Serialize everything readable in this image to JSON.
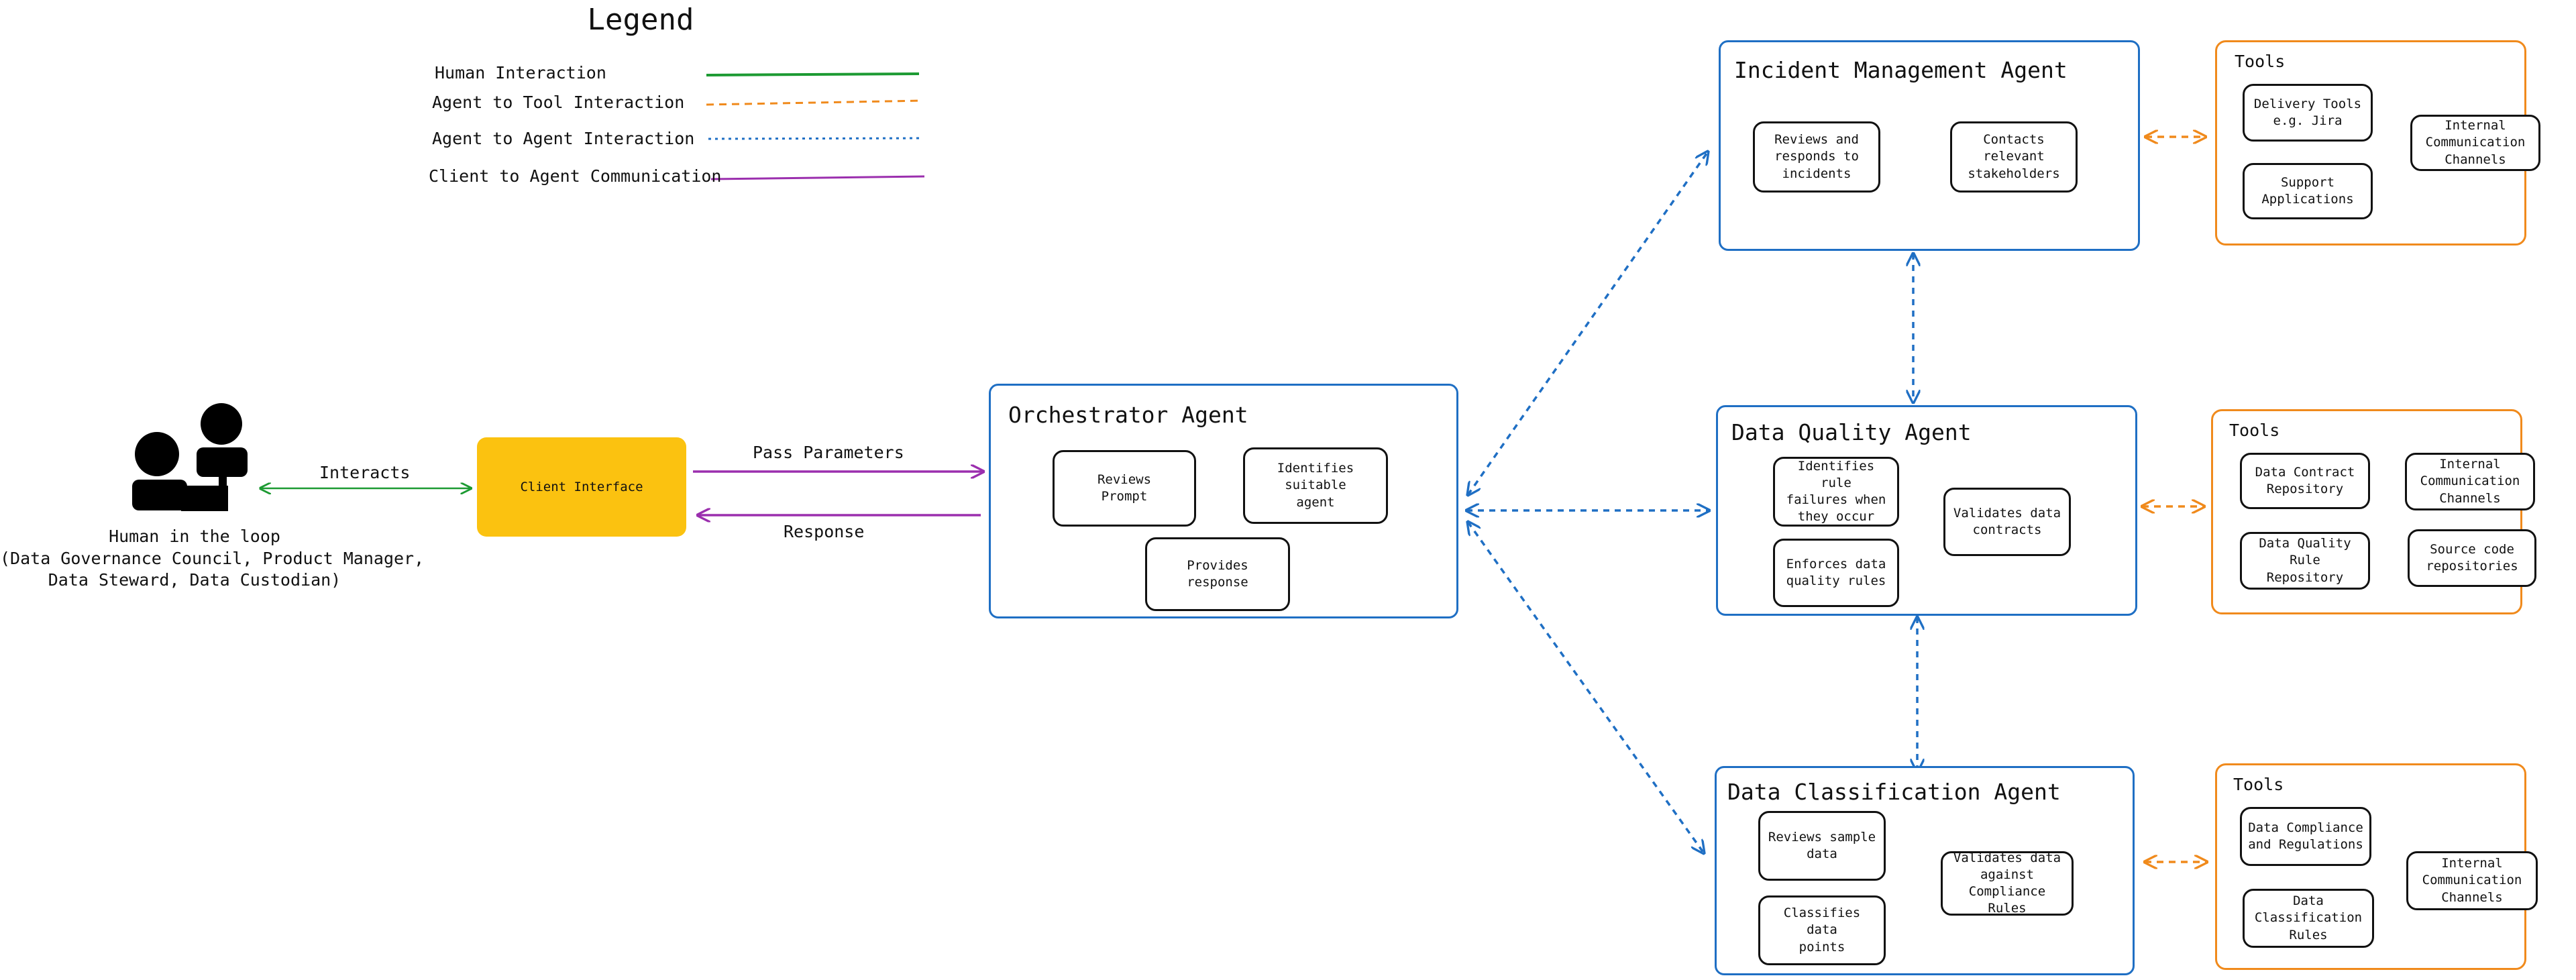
{
  "legend": {
    "title": "Legend",
    "items": [
      {
        "label": "Human Interaction",
        "color": "#1c9a32",
        "style": "solid"
      },
      {
        "label": "Agent to Tool Interaction",
        "color": "#f08a1c",
        "style": "dashed"
      },
      {
        "label": "Agent to Agent Interaction",
        "color": "#1f6fc4",
        "style": "dotted"
      },
      {
        "label": "Client to Agent Communication",
        "color": "#9b2fae",
        "style": "solid"
      }
    ]
  },
  "human": {
    "icon": "people-icon",
    "caption_line1": "Human in the loop",
    "caption_line2": "(Data Governance Council, Product Manager,",
    "caption_line3": "Data Steward, Data Custodian)"
  },
  "edges": {
    "interacts": "Interacts",
    "pass_parameters": "Pass Parameters",
    "response": "Response"
  },
  "client_interface": "Client Interface",
  "orchestrator": {
    "title": "Orchestrator Agent",
    "tasks": [
      "Reviews\nPrompt",
      "Identifies suitable\nagent",
      "Provides response"
    ]
  },
  "incident_agent": {
    "title": "Incident Management Agent",
    "tasks": [
      "Reviews and\nresponds to\nincidents",
      "Contacts\nrelevant\nstakeholders"
    ],
    "tools_title": "Tools",
    "tools": [
      "Delivery Tools\ne.g. Jira",
      "Internal\nCommunication\nChannels",
      "Support\nApplications"
    ]
  },
  "quality_agent": {
    "title": "Data Quality Agent",
    "tasks": [
      "Identifies rule\nfailures when\nthey occur",
      "Validates data\ncontracts",
      "Enforces data\nquality rules"
    ],
    "tools_title": "Tools",
    "tools": [
      "Data Contract\nRepository",
      "Internal\nCommunication\nChannels",
      "Data Quality Rule\nRepository",
      "Source code\nrepositories"
    ]
  },
  "classification_agent": {
    "title": "Data Classification Agent",
    "tasks": [
      "Reviews sample\ndata",
      "Validates data\nagainst\nCompliance Rules",
      "Classifies data\npoints"
    ],
    "tools_title": "Tools",
    "tools": [
      "Data Compliance\nand Regulations",
      "Internal\nCommunication\nChannels",
      "Data\nClassification\nRules"
    ]
  },
  "colors": {
    "agent_border": "#1f6fc4",
    "tool_border": "#f08a1c",
    "client_fill": "#fbc210",
    "human_line": "#1c9a32",
    "client_line": "#9b2fae"
  }
}
